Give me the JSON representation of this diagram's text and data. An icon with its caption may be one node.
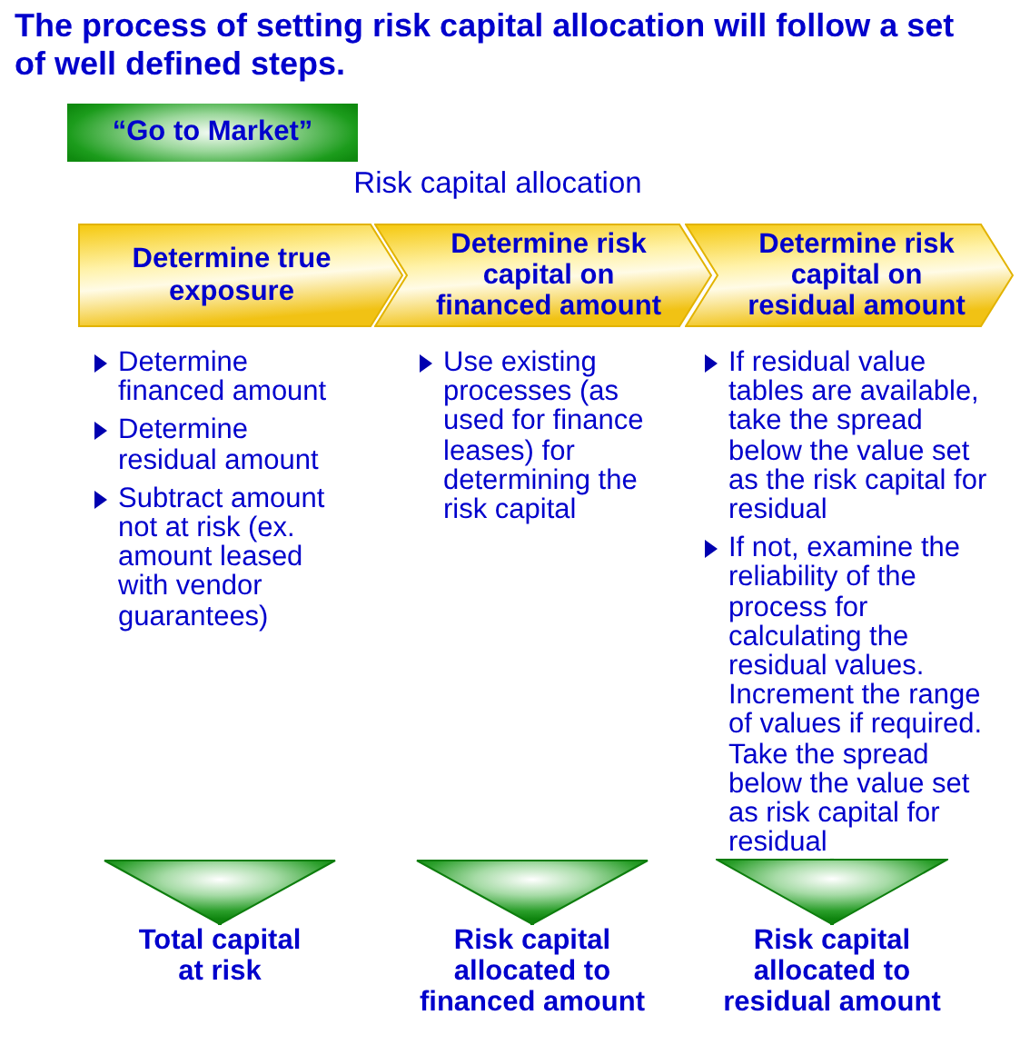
{
  "diagram": {
    "title": "The process of setting risk capital allocation will follow a set of well defined steps.",
    "nodes": [
      {
        "text": [
          "“Go to Market”"
        ]
      },
      {
        "text": [
          "Determine true exposure"
        ],
        "beside": [
          "Determine financed amount",
          "Determine residual amount",
          "Subtract amount not at risk (ex. amount leased with vendor guarantees)"
        ]
      },
      {
        "text": [
          "Determine risk capital on financed amount"
        ],
        "beside": [
          "Use existing processes (as used for finance leases) for determining the risk capital"
        ]
      },
      {
        "text": [
          "Determine risk capital on residual amount"
        ],
        "beside": [
          "If residual value tables are available, take the spread below the value set as the risk capital for residual",
          "If not, examine the reliability of the process for calculating the residual values. Increment the range of values if required. Take the spread below the value set as risk capital for residual"
        ]
      },
      {
        "text": [
          "Total capital at risk"
        ]
      },
      {
        "text": [
          "Risk capital allocated to financed amount"
        ]
      },
      {
        "text": [
          "Risk capital allocated to residual amount"
        ]
      }
    ],
    "edges": [
      {
        "from": null,
        "to": 4,
        "arrow": "to"
      },
      {
        "from": null,
        "to": 5,
        "arrow": "to"
      },
      {
        "from": 3,
        "to": 6,
        "arrow": "to"
      }
    ],
    "labels": [
      "Risk capital allocation"
    ]
  }
}
